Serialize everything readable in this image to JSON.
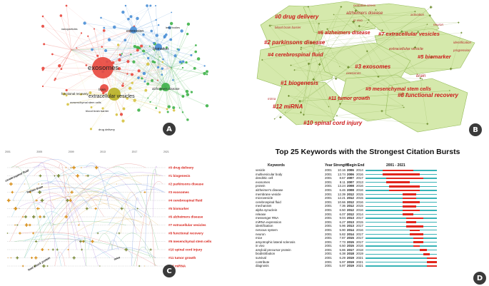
{
  "panels": [
    {
      "label": "A"
    },
    {
      "label": "B"
    },
    {
      "label": "C"
    },
    {
      "label": "D"
    }
  ],
  "panel_a": {
    "labels": {
      "exosomes": "exosomes",
      "ev": "extracellular vesicles",
      "biomarker": "biomarker",
      "expression": "expression",
      "brain": "brain",
      "alz": "alzheimers disease",
      "drug": "drug delivery",
      "func": "functional recovery",
      "msc": "mesenchymal stem cells",
      "bbb": "blood brain barrier",
      "nanoparticles": "nanoparticles",
      "lewy": "lewy bodies"
    }
  },
  "panel_b": {
    "clusters": [
      "#0 drug delivery",
      "#1 biogenesis",
      "#2 parkinsons disease",
      "#3 exosomes",
      "#4 cerebrospinal fluid",
      "#5 biomarker",
      "#6 alzheimers disease",
      "#7 extracellular vesicles",
      "#8 functional recovery",
      "#9 mesenchymal stem cells",
      "#10 spinal cord injury",
      "#11 tumor growth",
      "#12 miRNA"
    ],
    "terms": {
      "alz": "alzheimers disease",
      "ev": "extracellular vesicle",
      "brain": "brain",
      "exosomes": "exosomes",
      "oxidative": "oxidative stress",
      "activation": "activation",
      "progression": "progression",
      "identification": "identification",
      "neuron": "neuron",
      "mirna": "mirna",
      "invivo": "in vivo",
      "bbb": "blood brain barrier"
    }
  },
  "panel_c": {
    "years": [
      "2001",
      "2005",
      "2009",
      "2013",
      "2017",
      "2021"
    ],
    "clusters": [
      "#0 drug delivery",
      "#1 biogenesis",
      "#2 parkinsons disease",
      "#3 exosomes",
      "#4 cerebrospinal fluid",
      "#5 biomarker",
      "#6 alzheimers disease",
      "#7 extracellular vesicles",
      "#8 functional recovery",
      "#9 mesenchymal stem cells",
      "#10 spinal cord injury",
      "#11 tumor growth",
      "#12 miRNA"
    ],
    "terms": {
      "heat": "heat shock protein",
      "human": "human brain",
      "csf": "cerebrospinal fluid",
      "mice": "mice"
    }
  },
  "panel_d": {
    "title": "Top 25 Keywords with the Strongest Citation Bursts",
    "headers": {
      "keywords": "Keywords",
      "year": "Year",
      "strength": "Strength",
      "begin": "Begin",
      "end": "End",
      "range": "2001 - 2021"
    },
    "range_start": 2001,
    "range_end": 2021,
    "rows": [
      {
        "keyword": "vesicle",
        "year": "2001",
        "strength": "10.16",
        "begin": "2006",
        "end": "2014"
      },
      {
        "keyword": "multivesicular body",
        "year": "2001",
        "strength": "13.74",
        "begin": "2006",
        "end": "2016"
      },
      {
        "keyword": "dendritic cell",
        "year": "2001",
        "strength": "8.67",
        "begin": "2007",
        "end": "2017"
      },
      {
        "keyword": "exosomes",
        "year": "2001",
        "strength": "8.11",
        "begin": "2007",
        "end": "2013"
      },
      {
        "keyword": "protein",
        "year": "2001",
        "strength": "13.24",
        "begin": "2008",
        "end": "2016"
      },
      {
        "keyword": "alzheimer's disease",
        "year": "2001",
        "strength": "6.46",
        "begin": "2008",
        "end": "2016"
      },
      {
        "keyword": "membrane vesicle",
        "year": "2001",
        "strength": "12.39",
        "begin": "2012",
        "end": "2015"
      },
      {
        "keyword": "microvesicle",
        "year": "2001",
        "strength": "12.21",
        "begin": "2012",
        "end": "2015"
      },
      {
        "keyword": "cerebrospinal fluid",
        "year": "2001",
        "strength": "10.66",
        "begin": "2012",
        "end": "2016"
      },
      {
        "keyword": "mechanism",
        "year": "2001",
        "strength": "7.36",
        "begin": "2012",
        "end": "2015"
      },
      {
        "keyword": "alpha synuclein",
        "year": "2001",
        "strength": "6.50",
        "begin": "2012",
        "end": "2016"
      },
      {
        "keyword": "release",
        "year": "2001",
        "strength": "6.07",
        "begin": "2012",
        "end": "2014"
      },
      {
        "keyword": "messenger RNA",
        "year": "2001",
        "strength": "9.04",
        "begin": "2013",
        "end": "2017"
      },
      {
        "keyword": "miRNA expression",
        "year": "2001",
        "strength": "6.27",
        "begin": "2013",
        "end": "2015"
      },
      {
        "keyword": "identification",
        "year": "2001",
        "strength": "5.96",
        "begin": "2013",
        "end": "2017"
      },
      {
        "keyword": "nervous system",
        "year": "2001",
        "strength": "5.90",
        "begin": "2014",
        "end": "2016"
      },
      {
        "keyword": "neuron",
        "year": "2001",
        "strength": "5.82",
        "begin": "2014",
        "end": "2017"
      },
      {
        "keyword": "mice",
        "year": "2001",
        "strength": "7.87",
        "begin": "2015",
        "end": "2017"
      },
      {
        "keyword": "amyotrophic lateral sclerosis",
        "year": "2001",
        "strength": "7.73",
        "begin": "2015",
        "end": "2017"
      },
      {
        "keyword": "in vivo",
        "year": "2001",
        "strength": "6.50",
        "begin": "2015",
        "end": "2016"
      },
      {
        "keyword": "amyloid precursor protein",
        "year": "2001",
        "strength": "5.86",
        "begin": "2017",
        "end": "2018"
      },
      {
        "keyword": "biodistribution",
        "year": "2001",
        "strength": "6.38",
        "begin": "2018",
        "end": "2019"
      },
      {
        "keyword": "survival",
        "year": "2001",
        "strength": "6.29",
        "begin": "2019",
        "end": "2021"
      },
      {
        "keyword": "contribute",
        "year": "2001",
        "strength": "5.97",
        "begin": "2019",
        "end": "2021"
      },
      {
        "keyword": "diagnosis",
        "year": "2001",
        "strength": "5.97",
        "begin": "2019",
        "end": "2021"
      }
    ]
  },
  "colors": {
    "network_red": "#e8463c",
    "network_blue": "#4a8fd6",
    "network_green": "#3fb24a",
    "network_yellow": "#d6c240",
    "cluster_fill": "#d3e8a8",
    "cluster_text": "#cc1a1a",
    "burst_line": "#37b3b6",
    "burst_red": "#e1251b"
  }
}
